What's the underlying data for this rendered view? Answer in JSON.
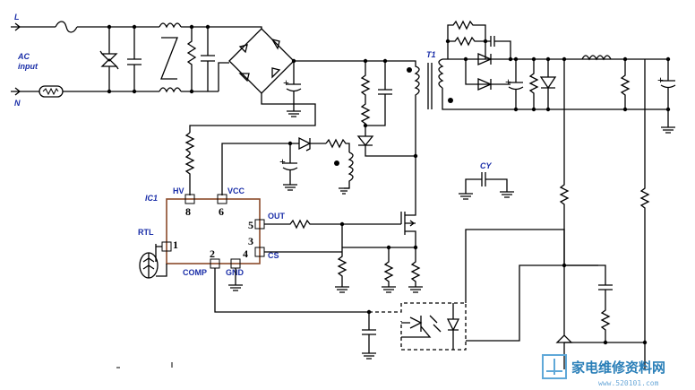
{
  "labels": {
    "line": "L",
    "neutral": "N",
    "ac_input_1": "AC",
    "ac_input_2": "input",
    "transformer": "T1",
    "cy": "CY",
    "ic": "IC1",
    "hv": "HV",
    "vcc": "VCC",
    "out": "OUT",
    "cs": "CS",
    "comp": "COMP",
    "gnd": "GND",
    "rtl": "RTL"
  },
  "pins": {
    "p1": "1",
    "p2": "2",
    "p3": "3",
    "p4": "4",
    "p5": "5",
    "p6": "6",
    "p8": "8"
  },
  "watermark": {
    "text": "家电维修资料网",
    "url": "www.520101.com"
  }
}
